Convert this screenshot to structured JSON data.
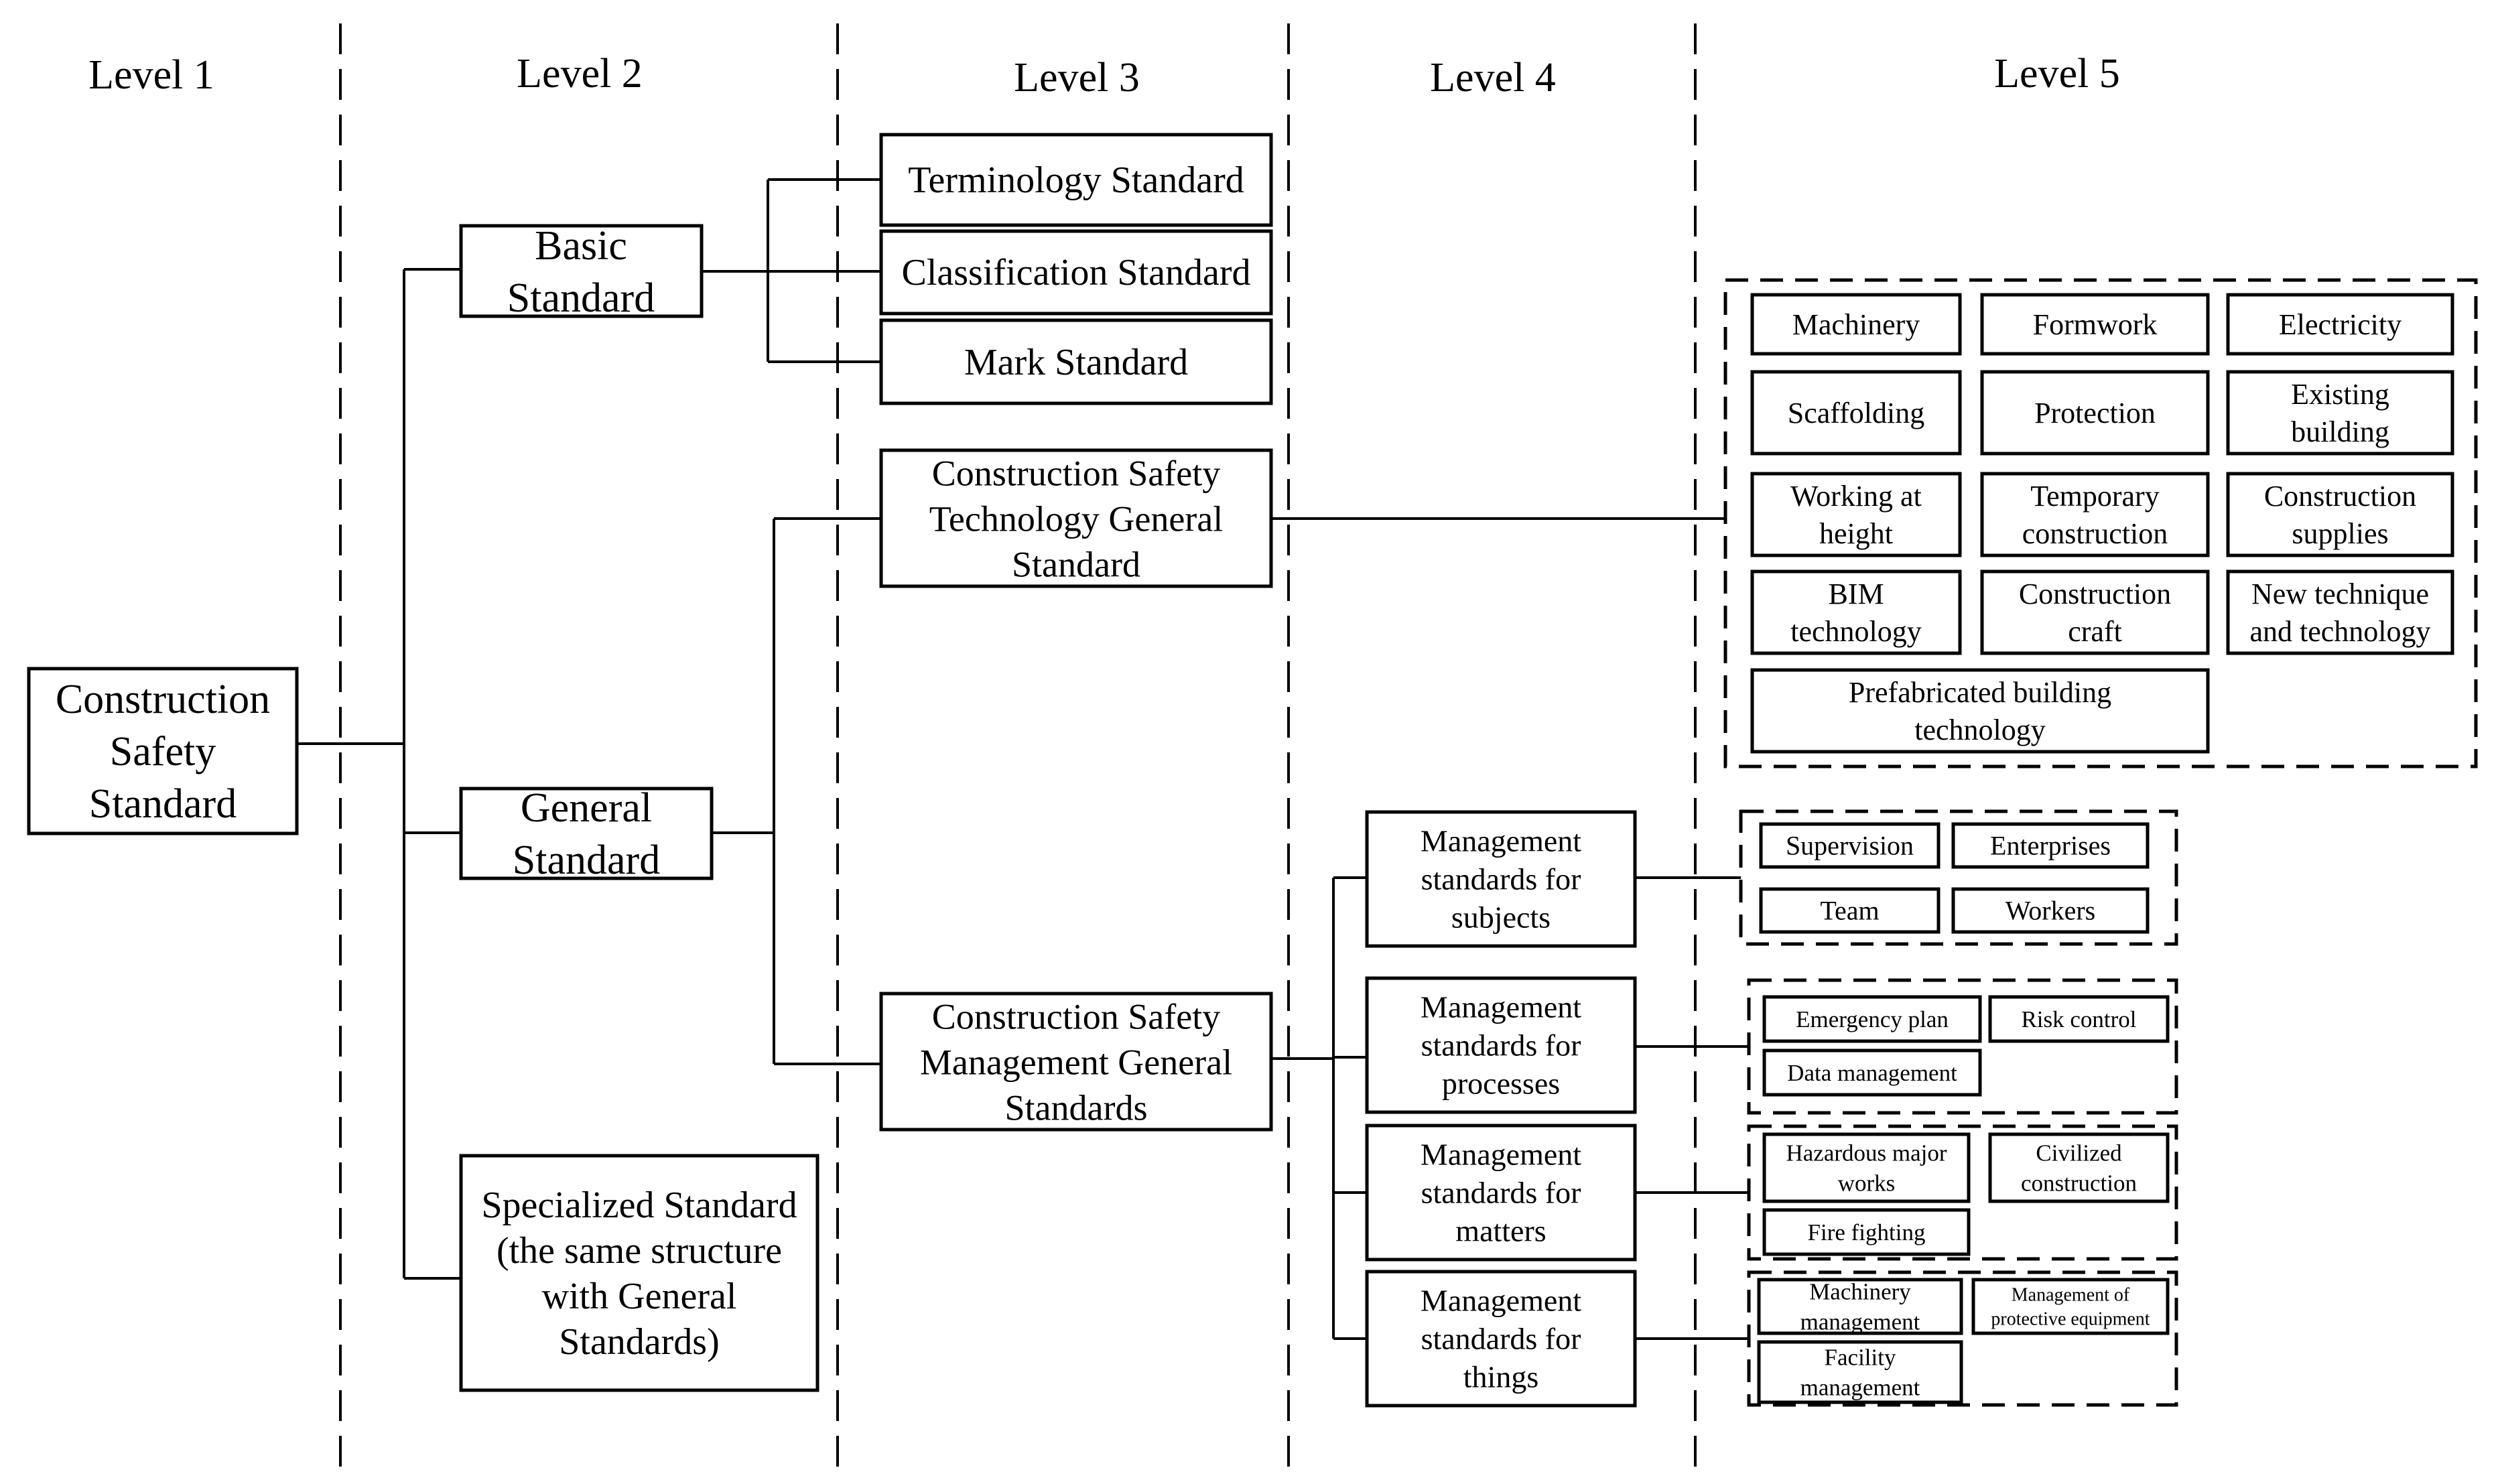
{
  "levels": [
    "Level 1",
    "Level 2",
    "Level 3",
    "Level 4",
    "Level 5"
  ],
  "nodes": {
    "root": "Construction\nSafety\nStandard",
    "basic": "Basic\nStandard",
    "general": "General\nStandard",
    "specialized": "Specialized Standard\n(the same structure\nwith General\nStandards)",
    "terminology": "Terminology Standard",
    "classification": "Classification Standard",
    "mark": "Mark Standard",
    "tech_general": "Construction Safety\nTechnology General\nStandard",
    "mgmt_general": "Construction Safety\nManagement General\nStandards",
    "mgmt_subjects": "Management\nstandards for\nsubjects",
    "mgmt_processes": "Management\nstandards for\nprocesses",
    "mgmt_matters": "Management\nstandards for\nmatters",
    "mgmt_things": "Management\nstandards for\nthings"
  },
  "technology_items": [
    "Machinery",
    "Formwork",
    "Electricity",
    "Scaffolding",
    "Protection",
    "Existing\nbuilding",
    "Working at\nheight",
    "Temporary\nconstruction",
    "Construction\nsupplies",
    "BIM\ntechnology",
    "Construction\ncraft",
    "New technique\nand technology",
    "Prefabricated building\ntechnology"
  ],
  "subjects_items": [
    "Supervision",
    "Enterprises",
    "Team",
    "Workers"
  ],
  "processes_items": [
    "Emergency plan",
    "Risk control",
    "Data management"
  ],
  "matters_items": [
    "Hazardous major\nworks",
    "Civilized\nconstruction",
    "Fire fighting"
  ],
  "things_items": [
    "Machinery\nmanagement",
    "Management of\nprotective equipment",
    "Facility\nmanagement"
  ]
}
